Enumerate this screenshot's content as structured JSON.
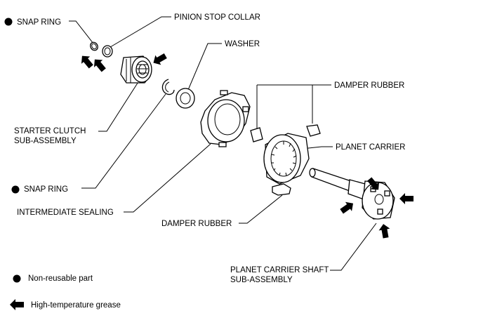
{
  "labels": {
    "snap_ring_top": "SNAP RING",
    "pinion_stop_collar": "PINION STOP COLLAR",
    "washer": "WASHER",
    "damper_rubber_top": "DAMPER RUBBER",
    "planet_carrier": "PLANET CARRIER",
    "starter_clutch_line1": "STARTER CLUTCH",
    "starter_clutch_line2": "SUB-ASSEMBLY",
    "snap_ring_bottom": "SNAP RING",
    "intermediate_sealing": "INTERMEDIATE SEALING",
    "damper_rubber_bottom": "DAMPER RUBBER",
    "planet_carrier_shaft_line1": "PLANET CARRIER SHAFT",
    "planet_carrier_shaft_line2": "SUB-ASSEMBLY"
  },
  "legend": {
    "non_reusable": "Non-reusable part",
    "grease": "High-temperature grease"
  },
  "colors": {
    "ink": "#000000",
    "background": "#ffffff"
  }
}
